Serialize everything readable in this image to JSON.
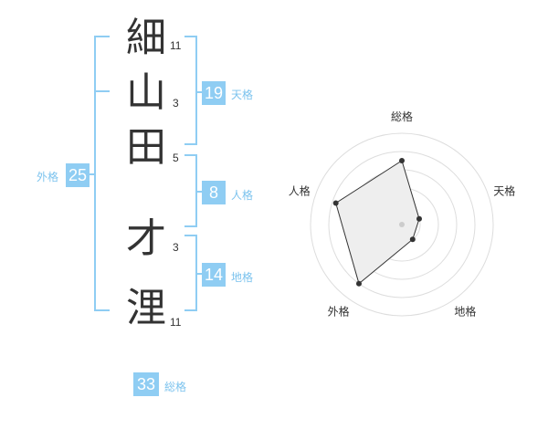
{
  "name": {
    "characters": [
      {
        "char": "細",
        "strokes": "11"
      },
      {
        "char": "山",
        "strokes": "3"
      },
      {
        "char": "田",
        "strokes": "5"
      },
      {
        "char": "才",
        "strokes": "3"
      },
      {
        "char": "浬",
        "strokes": "11"
      }
    ]
  },
  "fortune": {
    "tenkaku": {
      "value": "19",
      "label": "天格"
    },
    "jinkaku": {
      "value": "8",
      "label": "人格"
    },
    "chikaku": {
      "value": "14",
      "label": "地格"
    },
    "gaikaku": {
      "value": "25",
      "label": "外格"
    },
    "soukaku": {
      "value": "33",
      "label": "総格"
    }
  },
  "radar": {
    "axes": [
      "総格",
      "天格",
      "地格",
      "外格",
      "人格"
    ],
    "levels": 5,
    "values": [
      3.5,
      1.0,
      1.0,
      4.0,
      3.8
    ],
    "colors": {
      "accent": "#8fcdf3",
      "label": "#7cc3ee",
      "grid": "#dddddd",
      "fill": "#eeeeee",
      "line": "#333333"
    }
  }
}
